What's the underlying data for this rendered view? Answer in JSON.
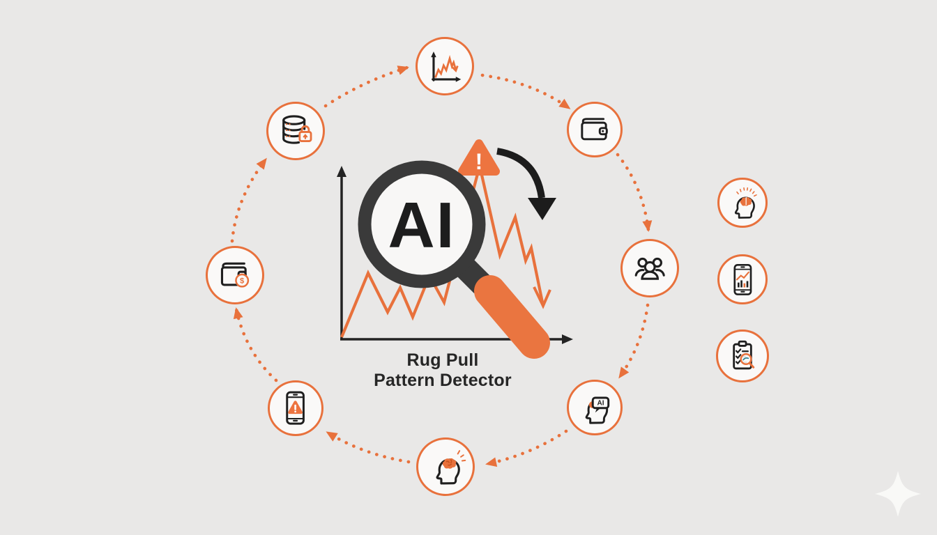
{
  "meta": {
    "image_type": "conceptual illustration / circular flow diagram",
    "background_color": "#e9e8e7",
    "accent_orange": "#e8713c",
    "ink_color": "#1f1f1f"
  },
  "center": {
    "ai_label": "AI",
    "warning_symbol": "!",
    "title_line1": "Rug Pull",
    "title_line2": "Pattern Detector",
    "graphic": "price chart with spike and crash, AI magnifying glass, warning triangle, black downturn arrow"
  },
  "flow": {
    "direction": "clockwise",
    "connector_style": "orange dotted arrows between circular nodes"
  },
  "cycle_icons": [
    {
      "name": "price-chart-crash-icon",
      "position": "top"
    },
    {
      "name": "wallet-icon",
      "position": "top-right"
    },
    {
      "name": "community-group-icon",
      "position": "right"
    },
    {
      "name": "head-ai-chat-icon",
      "position": "bottom-right",
      "label": "AI"
    },
    {
      "name": "head-brain-icon",
      "position": "bottom"
    },
    {
      "name": "phone-alert-icon",
      "position": "bottom-left"
    },
    {
      "name": "wallet-dollar-icon",
      "position": "left",
      "label": "$"
    },
    {
      "name": "database-lock-icon",
      "position": "top-left"
    }
  ],
  "side_icons": [
    {
      "name": "head-brain-rays-icon"
    },
    {
      "name": "phone-analytics-icon"
    },
    {
      "name": "checklist-audit-icon"
    }
  ],
  "watermark": {
    "name": "sparkle",
    "color": "#fafaf9"
  }
}
